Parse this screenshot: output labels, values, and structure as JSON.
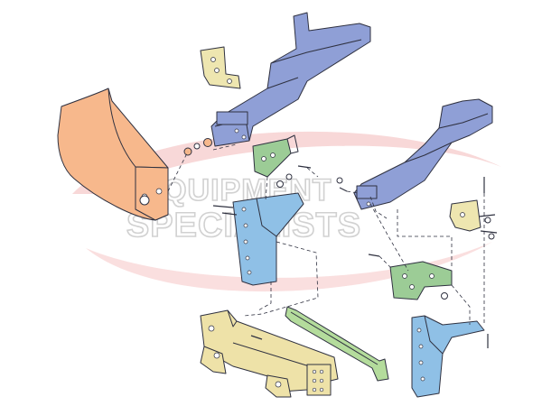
{
  "watermark": {
    "line1": "EQUIPMENT",
    "line2": "SPECIALISTS",
    "swoosh_color": "#f3b8b8",
    "text_color": "#c9c9c9"
  },
  "palette": {
    "bumper": "#f7b88c",
    "frame": "#8f9fd6",
    "upright": "#8fc0e6",
    "green_bracket": "#9ccc96",
    "tan_bracket": "#eee2a8",
    "small_bracket": "#eee6b0",
    "crossbar": "#b4dc9c",
    "line": "#2f3140"
  },
  "parts": [
    "front-bumper",
    "left-frame-rail",
    "right-frame-rail",
    "small-angle-bracket",
    "left-green-bracket",
    "right-green-bracket",
    "left-upright-plate",
    "right-upright-plate",
    "lift-frame",
    "cross-bar",
    "mount-angle"
  ]
}
